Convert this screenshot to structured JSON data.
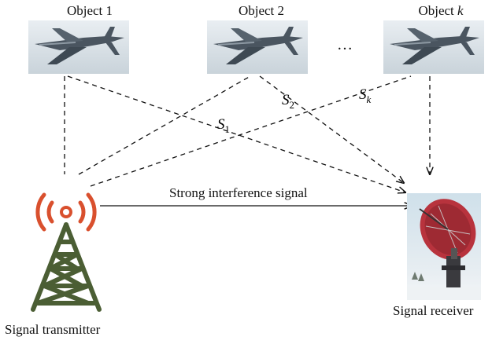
{
  "objects": [
    {
      "name": "Object 1"
    },
    {
      "name": "Object 2"
    },
    {
      "name_prefix": "Object ",
      "name_italic": "k"
    }
  ],
  "ellipsis": "…",
  "signals": {
    "s1": {
      "base": "S",
      "sub": "1"
    },
    "s2": {
      "base": "S",
      "sub": "2"
    },
    "sk": {
      "base": "S",
      "sub": "k"
    }
  },
  "interference_label": "Strong interference signal",
  "transmitter_label": "Signal transmitter",
  "receiver_label": "Signal receiver",
  "colors": {
    "wave_red": "#d9502e",
    "tower_green": "#4b5e34",
    "dish_red": "#b8333d",
    "line": "#111111"
  }
}
